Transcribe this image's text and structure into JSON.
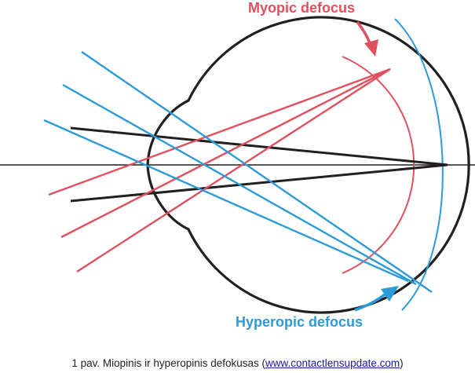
{
  "labels": {
    "myopic": "Myopic defocus",
    "hyperopic": "Hyperopic defocus"
  },
  "caption": {
    "text": "1 pav. Miopinis ir hyperopinis defokusas (",
    "link": "www.contactlensupdate.com",
    "close": ")"
  },
  "colors": {
    "eye_outline": "#231f20",
    "myopic": "#e0505f",
    "hyperopic": "#2d9bd6",
    "axis": "#231f20"
  }
}
